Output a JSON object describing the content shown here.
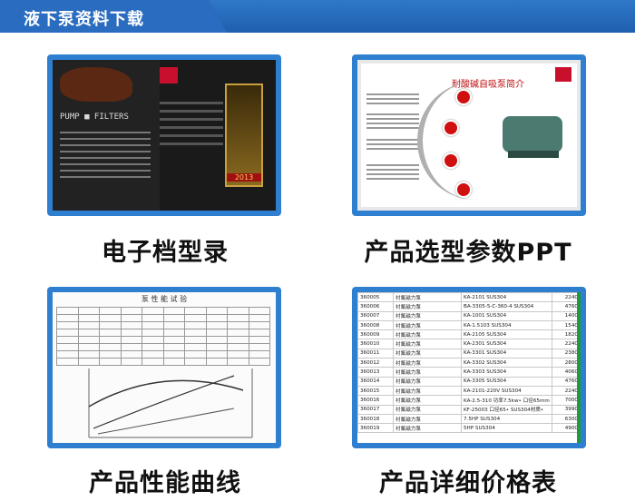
{
  "header": {
    "title": "液下泵资料下载"
  },
  "cards": [
    {
      "caption": "电子档型录",
      "year_label": "2013"
    },
    {
      "caption": "产品选型参数PPT",
      "slide_title": "耐酸碱自吸泵简介"
    },
    {
      "caption": "产品性能曲线",
      "chart_title": "泵 性 能 试 验"
    },
    {
      "caption": "产品详细价格表"
    }
  ],
  "price_table": [
    {
      "code": "360005",
      "name": "衬氟磁力泵",
      "model": "KA-2101 SUS304",
      "price": "2240"
    },
    {
      "code": "360006",
      "name": "衬氟磁力泵",
      "model": "BA-3305-5-C-360-4 SUS304",
      "price": "4760"
    },
    {
      "code": "360007",
      "name": "衬氟磁力泵",
      "model": "KA-1001 SUS304",
      "price": "1400"
    },
    {
      "code": "360008",
      "name": "衬氟磁力泵",
      "model": "KA-1.5103 SUS304",
      "price": "1540"
    },
    {
      "code": "360009",
      "name": "衬氟磁力泵",
      "model": "KA-2105 SUS304",
      "price": "1820"
    },
    {
      "code": "360010",
      "name": "衬氟磁力泵",
      "model": "KA-2301 SUS304",
      "price": "2240"
    },
    {
      "code": "360011",
      "name": "衬氟磁力泵",
      "model": "KA-3301 SUS304",
      "price": "2380"
    },
    {
      "code": "360012",
      "name": "衬氟磁力泵",
      "model": "KA-3302 SUS304",
      "price": "2800"
    },
    {
      "code": "360013",
      "name": "衬氟磁力泵",
      "model": "KA-3303 SUS304",
      "price": "4060"
    },
    {
      "code": "360014",
      "name": "衬氟磁力泵",
      "model": "KA-3305 SUS304",
      "price": "4760"
    },
    {
      "code": "360015",
      "name": "衬氟磁力泵",
      "model": "KA-2101-220V SUS304",
      "price": "2240"
    },
    {
      "code": "360016",
      "name": "衬氟磁力泵",
      "model": "KA-2.5-310 功率7.5kw• 口径65mm",
      "price": "7000"
    },
    {
      "code": "360017",
      "name": "衬氟磁力泵",
      "model": "KF-25003 口径65• SUS304材质•",
      "price": "3990"
    },
    {
      "code": "360018",
      "name": "衬氟磁力泵",
      "model": "7.5HP SUS304",
      "price": "6300"
    },
    {
      "code": "360019",
      "name": "衬氟磁力泵",
      "model": "5HP SUS304",
      "price": "4900"
    }
  ],
  "colors": {
    "accent": "#2f7fd0",
    "header": "#2a6cbf"
  }
}
